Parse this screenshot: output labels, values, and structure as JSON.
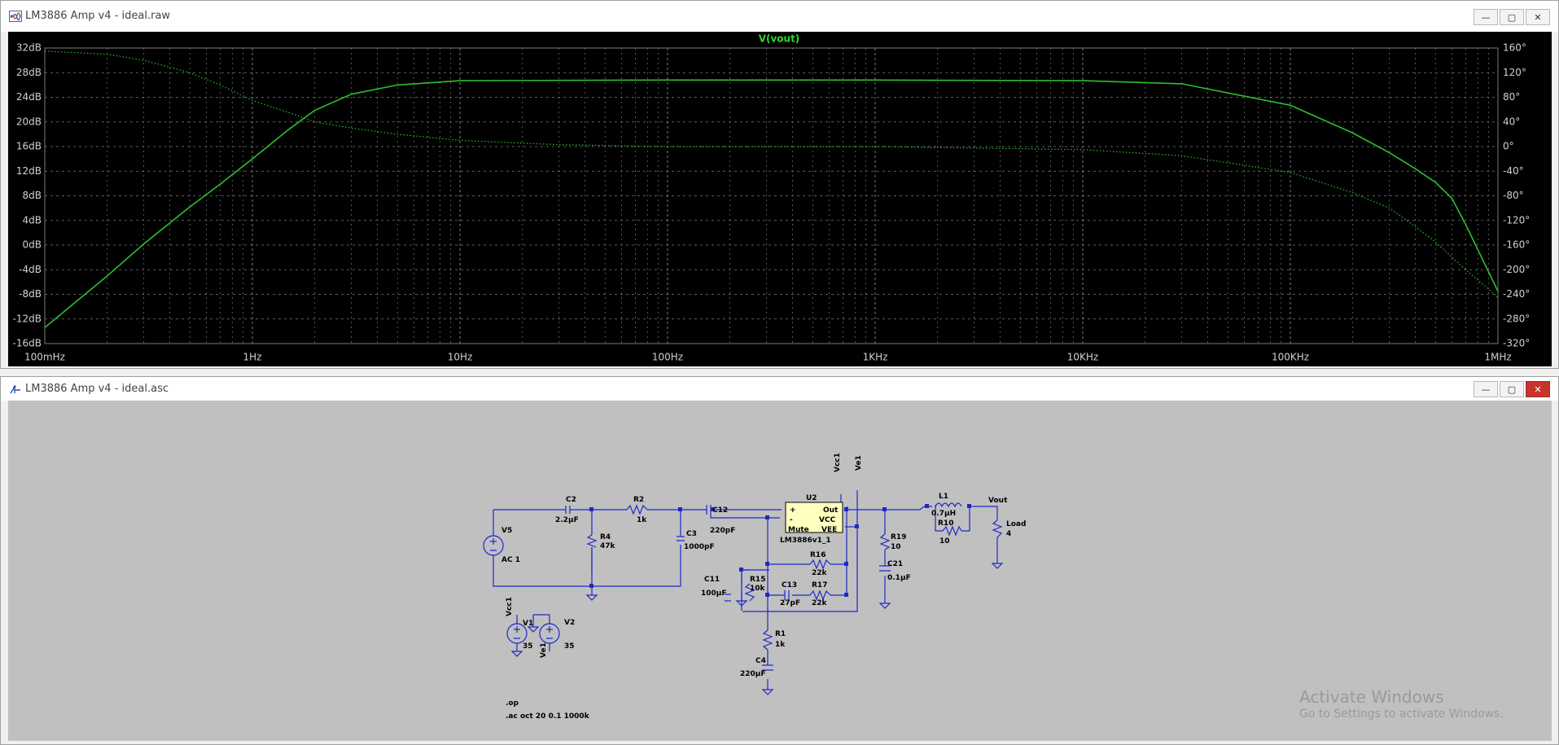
{
  "plot_window": {
    "title": "LM3886 Amp v4 - ideal.raw",
    "trace_label": "V(vout)",
    "left_axis_ticks": [
      "32dB",
      "28dB",
      "24dB",
      "20dB",
      "16dB",
      "12dB",
      "8dB",
      "4dB",
      "0dB",
      "-4dB",
      "-8dB",
      "-12dB",
      "-16dB"
    ],
    "right_axis_ticks": [
      "160°",
      "120°",
      "80°",
      "40°",
      "0°",
      "-40°",
      "-80°",
      "-120°",
      "-160°",
      "-200°",
      "-240°",
      "-280°",
      "-320°"
    ],
    "x_axis_ticks": [
      "100mHz",
      "1Hz",
      "10Hz",
      "100Hz",
      "1KHz",
      "10KHz",
      "100KHz",
      "1MHz"
    ],
    "buttons": {
      "minimize": "—",
      "maximize": "▢",
      "close": "✕"
    }
  },
  "chart_data": {
    "type": "line",
    "title": "V(vout)",
    "xscale": "log",
    "xlim": [
      "100mHz",
      "1MHz"
    ],
    "ylim_left_dB": [
      -16,
      32
    ],
    "ylim_right_deg": [
      -320,
      160
    ],
    "grid": true,
    "series": [
      {
        "name": "magnitude",
        "axis": "left",
        "style": "solid",
        "x_hz": [
          0.1,
          0.2,
          0.3,
          0.5,
          0.7,
          1,
          1.5,
          2,
          3,
          5,
          10,
          100,
          1000,
          10000,
          30000,
          100000,
          200000,
          300000,
          400000,
          500000,
          600000,
          700000,
          1000000
        ],
        "y_db": [
          -13.4,
          -5,
          0.2,
          6.2,
          9.9,
          14,
          18.8,
          21.9,
          24.5,
          26,
          26.7,
          26.8,
          26.8,
          26.7,
          26.2,
          22.7,
          18.2,
          15,
          12.4,
          10.2,
          7.6,
          3.3,
          -7.5
        ]
      },
      {
        "name": "phase",
        "axis": "right",
        "style": "dotted",
        "x_hz": [
          0.1,
          0.2,
          0.3,
          0.5,
          0.7,
          1,
          1.5,
          2,
          3,
          5,
          10,
          30,
          100,
          1000,
          10000,
          30000,
          100000,
          200000,
          300000,
          400000,
          500000,
          700000,
          1000000
        ],
        "y_deg": [
          155,
          150,
          140,
          120,
          100,
          75,
          55,
          40,
          30,
          20,
          10,
          3,
          0,
          0,
          -5,
          -15,
          -42,
          -75,
          -100,
          -130,
          -155,
          -200,
          -245
        ]
      }
    ]
  },
  "schematic_window": {
    "title": "LM3886 Amp v4 - ideal.asc",
    "buttons": {
      "minimize": "—",
      "maximize": "▢",
      "close": "✕"
    },
    "labels": {
      "c2_name": "C2",
      "c2_value": "2.2µF",
      "r2_name": "R2",
      "r2_value": "1k",
      "c12_name": "C12",
      "c12_value": "220pF",
      "u2_name": "U2",
      "vcc1_top": "Vcc1",
      "vee1_top": "Ve1",
      "pin_plus": "+",
      "pin_minus": "-",
      "pin_mute": "Mute",
      "pin_out": "Out",
      "pin_vcc": "VCC",
      "pin_vee": "VEE",
      "u2_part": "LM3886v1_1",
      "r4_name": "R4",
      "r4_value": "47k",
      "c3_name": "C3",
      "c3_value": "1000pF",
      "v5_name": "V5",
      "v5_value": "AC 1",
      "r16_name": "R16",
      "r16_value": "22k",
      "r15_name": "R15",
      "r15_value": "10k",
      "c11_name": "C11",
      "c11_value": "100µF",
      "c13_name": "C13",
      "c13_value": "27pF",
      "r17_name": "R17",
      "r17_value": "22k",
      "r1_name": "R1",
      "r1_value": "1k",
      "c4_name": "C4",
      "c4_value": "220µF",
      "r19_name": "R19",
      "r19_value": "10",
      "c21_name": "C21",
      "c21_value": "0.1µF",
      "l1_name": "L1",
      "l1_value": "0.7µH",
      "r10_name": "R10",
      "r10_value": "10",
      "vout_label": "Vout",
      "load_name": "Load",
      "load_value": "4",
      "v1_net": "Vcc1",
      "v1_name": "V1",
      "v1_value": "35",
      "v2_name": "V2",
      "v2_net": "Ve1",
      "v2_value": "35",
      "directive_1": ".op",
      "directive_2": ".ac oct 20 0.1 1000k"
    }
  },
  "watermark": {
    "line1": "Activate Windows",
    "line2": "Go to Settings to activate Windows."
  },
  "colors": {
    "trace": "#2dbf2d",
    "plot_bg": "#000000",
    "grid": "#7a7a7a",
    "wire": "#1e28c8",
    "schematic_bg": "#c0c0c0",
    "opamp_fill": "#ffffc0",
    "title_green": "#2bd92b"
  },
  "icons": {
    "plot_window_icon": "waveform-icon",
    "schematic_window_icon": "schematic-icon"
  }
}
